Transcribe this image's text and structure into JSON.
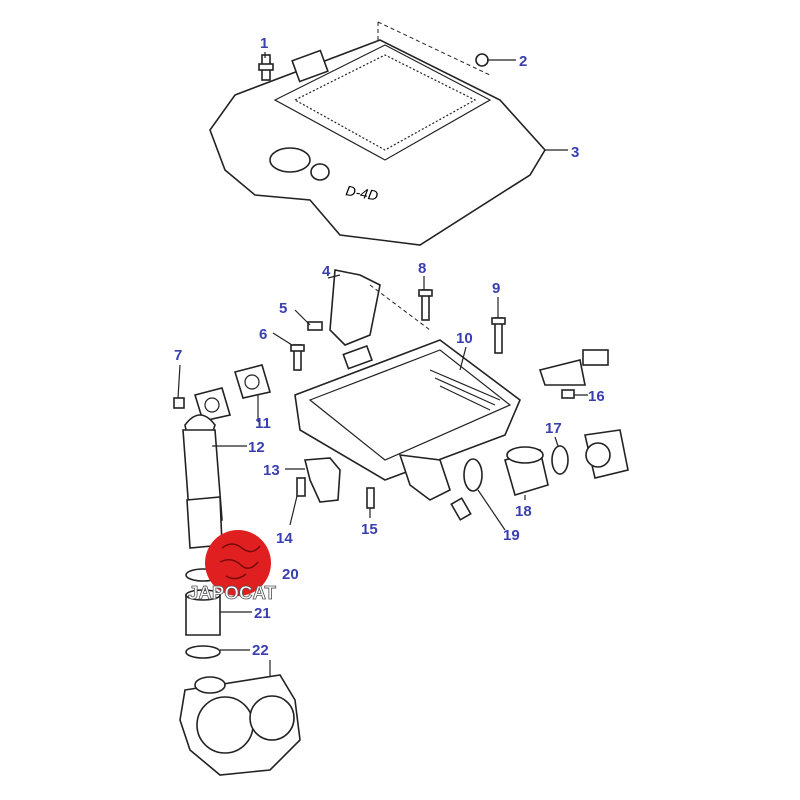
{
  "diagram": {
    "part_numbers": [
      "1",
      "2",
      "3",
      "4",
      "5",
      "6",
      "7",
      "8",
      "9",
      "10",
      "11",
      "12",
      "13",
      "14",
      "15",
      "16",
      "17",
      "18",
      "19",
      "20",
      "21",
      "22"
    ],
    "cover_text": "D-4D"
  },
  "watermark": {
    "text": "JAPOCAT"
  },
  "logo": {
    "text": "JAPOCAT",
    "color": "#e02020"
  },
  "colors": {
    "label": "#3a3fb0",
    "line": "#222222"
  }
}
